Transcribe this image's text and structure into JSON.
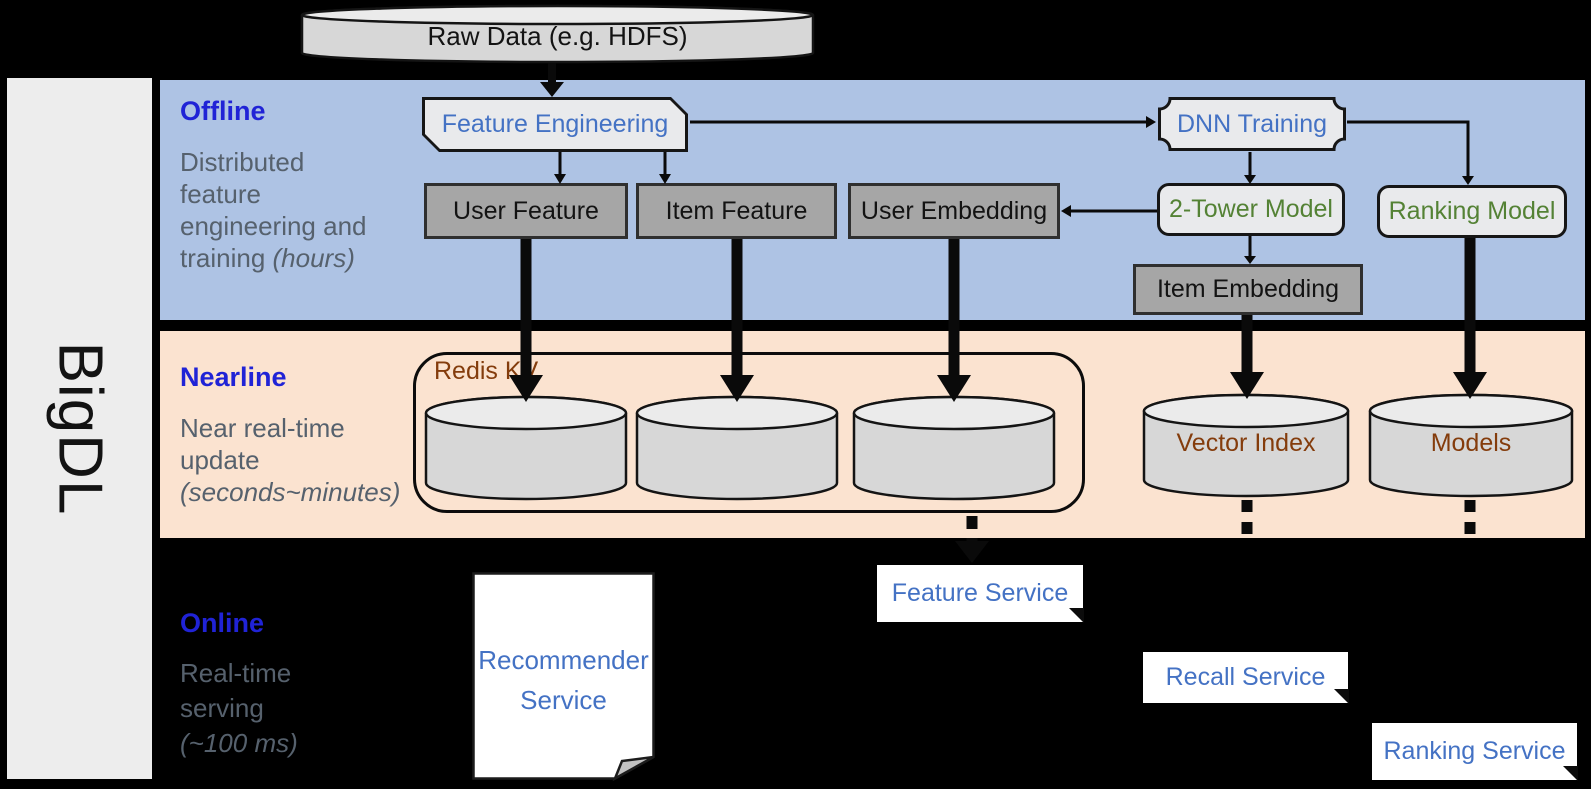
{
  "brand": {
    "label": "BigDL"
  },
  "datasource": {
    "label": "Raw Data (e.g. HDFS)"
  },
  "sections": {
    "offline": {
      "title": "Offline",
      "line1": "Distributed",
      "line2": "feature",
      "line3": "engineering and",
      "line4_text": "training ",
      "line4_italic": "(hours)"
    },
    "nearline": {
      "title": "Nearline",
      "line1": "Near real-time",
      "line2": "update",
      "line3_italic": "(seconds~minutes)"
    },
    "online": {
      "title": "Online",
      "line1": "Real-time",
      "line2": "serving",
      "line3_italic": "(~100 ms)"
    }
  },
  "nodes": {
    "feature_engineering": "Feature Engineering",
    "dnn_training": "DNN Training",
    "user_feature": "User Feature",
    "item_feature": "Item Feature",
    "user_embedding": "User Embedding",
    "two_tower_model": "2-Tower Model",
    "ranking_model": "Ranking Model",
    "item_embedding": "Item Embedding",
    "redis_kv": "Redis KV",
    "vector_index": "Vector Index",
    "models": "Models"
  },
  "services": {
    "recommender_line1": "Recommender",
    "recommender_line2": "Service",
    "feature": "Feature Service",
    "recall": "Recall Service",
    "ranking": "Ranking Service"
  },
  "colors": {
    "section_title": "#2023d6",
    "muted_text": "#56616d",
    "node_blue": "#4472c4",
    "node_green": "#548235",
    "node_brown": "#843c0c",
    "band_offline": "#aec3e4",
    "band_nearline": "#fbe3d0",
    "sidebar_bg": "#ededed",
    "gray_box": "#a6a6a6",
    "light_box": "#e9eaec",
    "cylinder_body": "#d7d7d7",
    "cylinder_top": "#ebebeb",
    "ink": "#131313",
    "white": "#ffffff"
  }
}
